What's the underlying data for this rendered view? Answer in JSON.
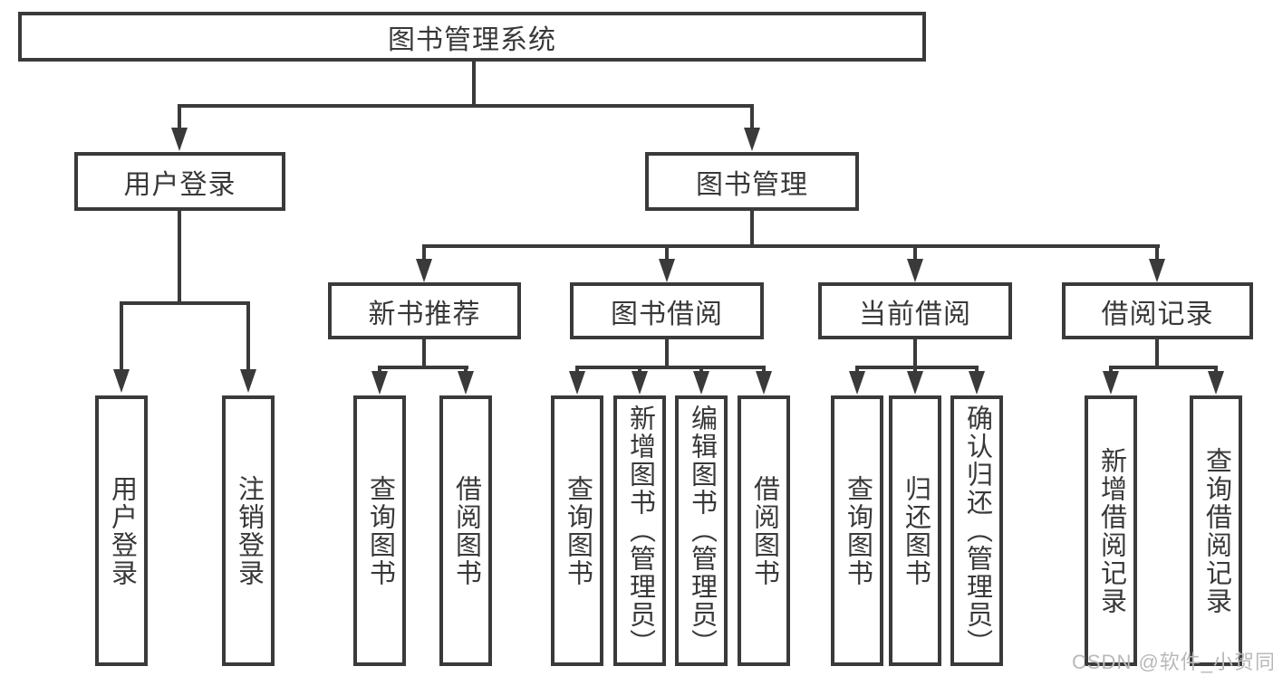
{
  "diagram": {
    "root": {
      "label": "图书管理系统"
    },
    "groups": [
      {
        "label": "用户登录",
        "children": [
          "用户登录",
          "注销登录"
        ]
      },
      {
        "label": "图书管理",
        "subgroups": [
          {
            "label": "新书推荐",
            "children": [
              "查询图书",
              "借阅图书"
            ]
          },
          {
            "label": "图书借阅",
            "children": [
              "查询图书",
              "新增图书（管理员）",
              "编辑图书（管理员）",
              "借阅图书"
            ]
          },
          {
            "label": "当前借阅",
            "children": [
              "查询图书",
              "归还图书",
              "确认归还（管理员）"
            ]
          },
          {
            "label": "借阅记录",
            "children": [
              "新增借阅记录",
              "查询借阅记录"
            ]
          }
        ]
      }
    ],
    "watermark": "CSDN @软件_小贺同学"
  },
  "colors": {
    "line": "#3a3a3a",
    "text": "#383838",
    "watermark": "#b9b9b9",
    "background": "#ffffff"
  }
}
